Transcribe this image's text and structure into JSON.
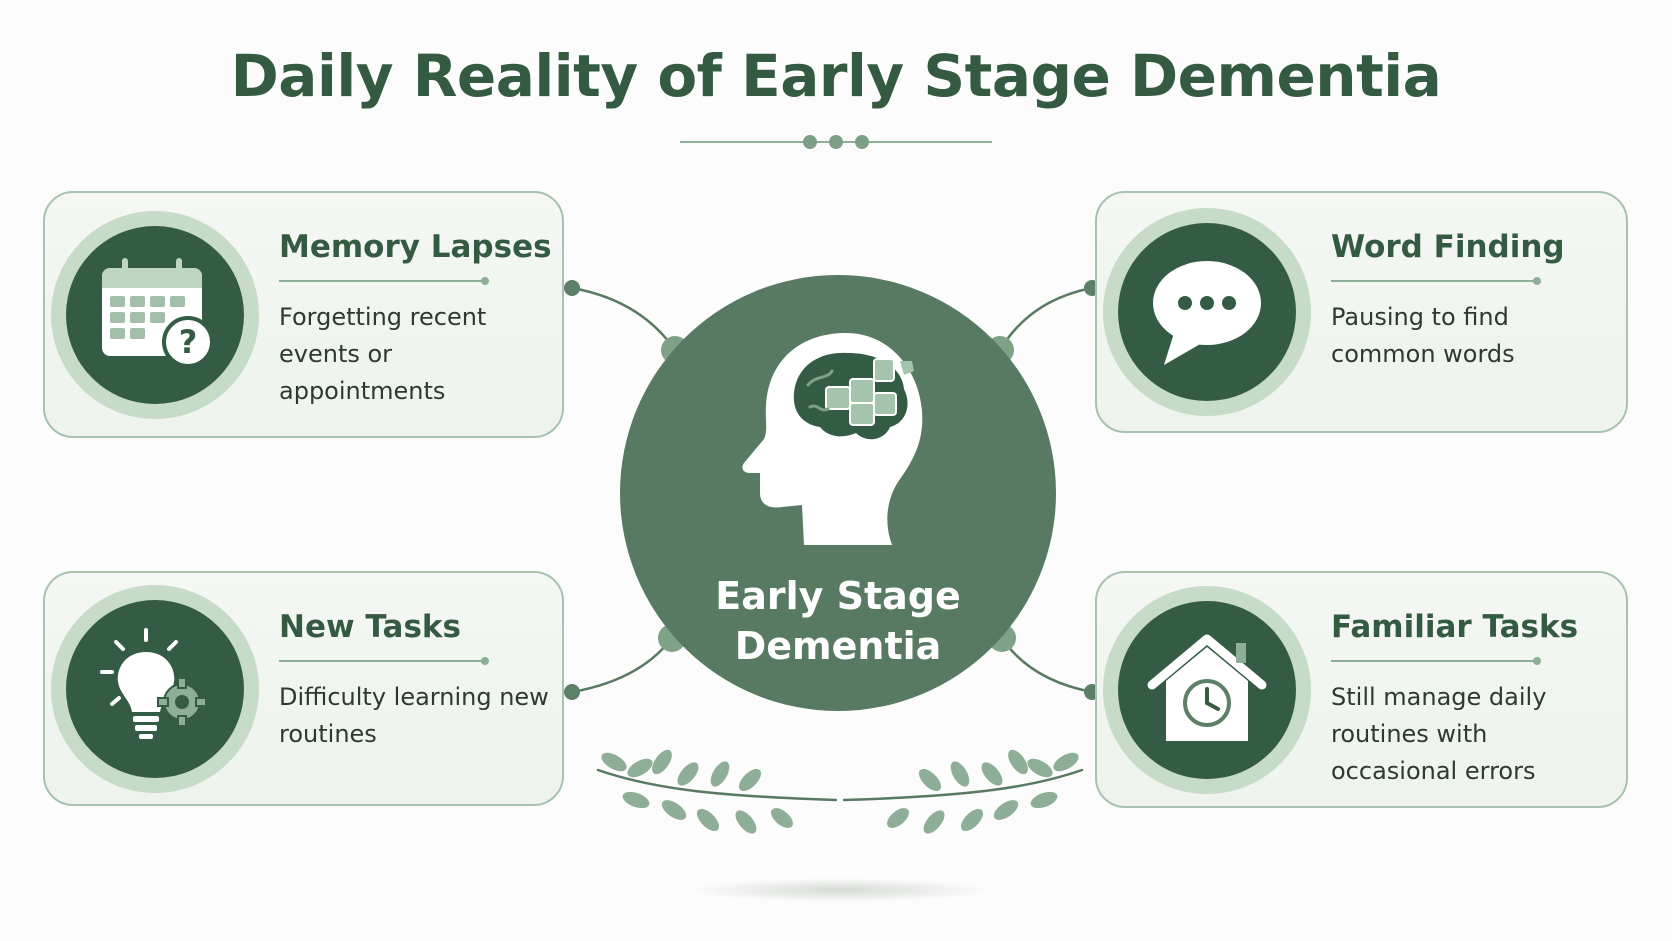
{
  "title": "Daily Reality of Early Stage Dementia",
  "colors": {
    "primary_dark": "#345c45",
    "hub": "#587a63",
    "accent_light": "#c7dbc9",
    "card_border": "#a7c2ae",
    "title_text": "#355a42",
    "body_text": "#2d3a31"
  },
  "center": {
    "line1": "Early Stage",
    "line2": "Dementia",
    "icon": "head-puzzle-brain-icon"
  },
  "cards": {
    "memory_lapses": {
      "title": "Memory Lapses",
      "description": "Forgetting recent events or appointments",
      "icon": "calendar-question-icon"
    },
    "word_finding": {
      "title": "Word Finding",
      "description": "Pausing to find common words",
      "icon": "speech-bubble-icon"
    },
    "new_tasks": {
      "title": "New Tasks",
      "description": "Difficulty learning new routines",
      "icon": "lightbulb-gear-icon"
    },
    "familiar_tasks": {
      "title": "Familiar Tasks",
      "description": "Still manage daily routines with occasional errors",
      "icon": "house-clock-icon"
    }
  }
}
